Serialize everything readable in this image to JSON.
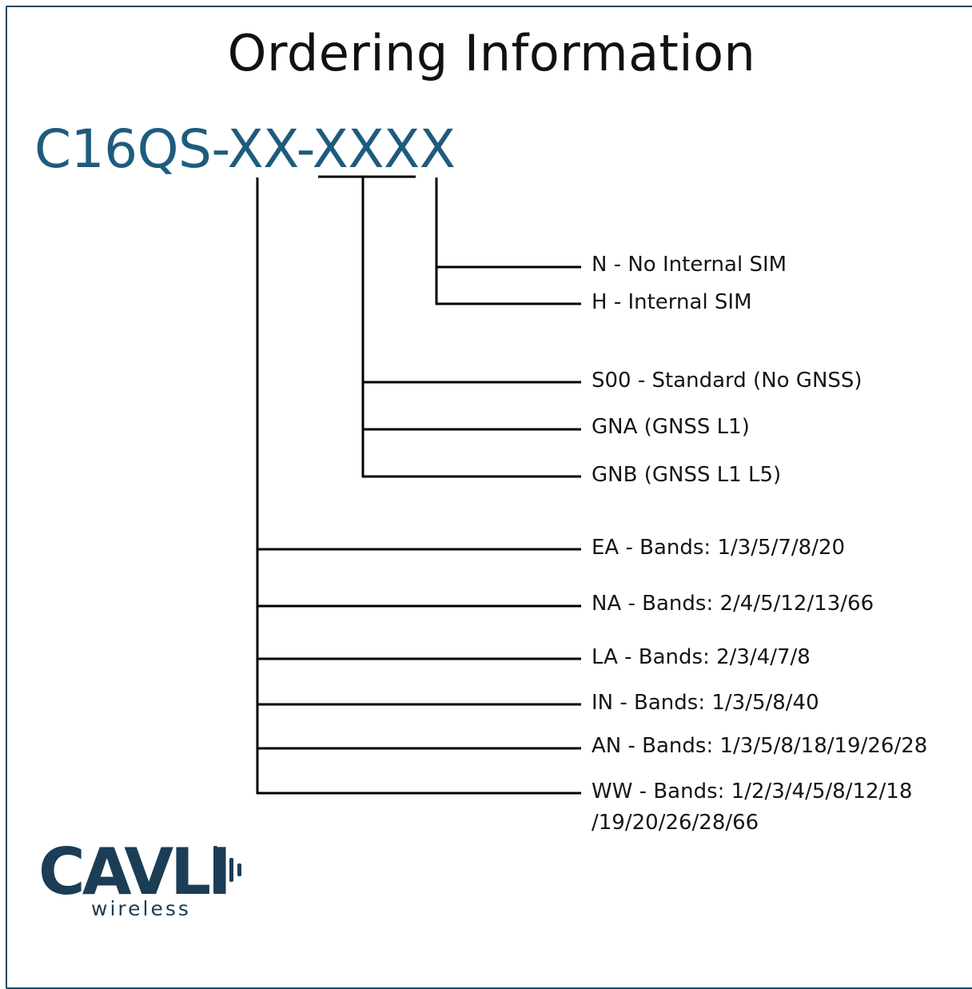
{
  "title": "Ordering Information",
  "part_number": "C16QS-XX-XXXX",
  "options": {
    "sim": [
      {
        "label": "N - No Internal SIM"
      },
      {
        "label": "H - Internal SIM"
      }
    ],
    "gnss": [
      {
        "label": "S00 - Standard (No GNSS)"
      },
      {
        "label": "GNA (GNSS L1)"
      },
      {
        "label": "GNB (GNSS L1 L5)"
      }
    ],
    "bands": [
      {
        "label": "EA - Bands: 1/3/5/7/8/20"
      },
      {
        "label": "NA - Bands: 2/4/5/12/13/66"
      },
      {
        "label": "LA - Bands: 2/3/4/7/8"
      },
      {
        "label": "IN - Bands: 1/3/5/8/40"
      },
      {
        "label": "AN - Bands: 1/3/5/8/18/19/26/28"
      },
      {
        "label": "WW - Bands: 1/2/3/4/5/8/12/18",
        "label_cont": "/19/20/26/28/66"
      }
    ]
  },
  "logo": {
    "brand": "CAVLI",
    "sub": "wireless",
    "color": "#1b3d55"
  },
  "colors": {
    "accent": "#1e5b7e",
    "border": "#1a4a66",
    "line": "#000000"
  }
}
